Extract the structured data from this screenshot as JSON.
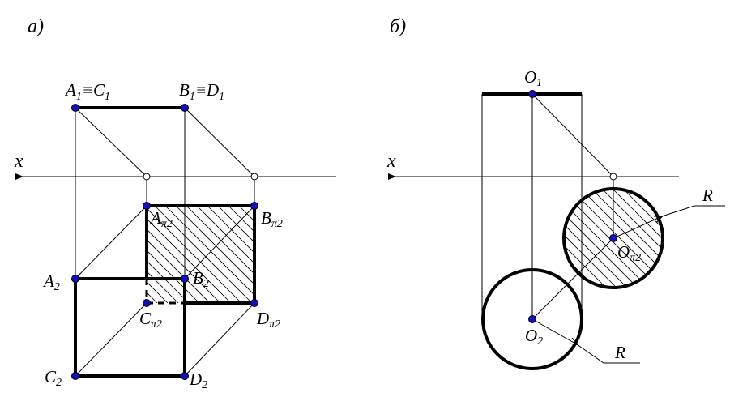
{
  "panels": {
    "a": "а)",
    "b": "б)"
  },
  "axis_label": "x",
  "labels_a": {
    "a1c1": {
      "main1": "A",
      "sub1": "1",
      "sep": "≡",
      "main2": "C",
      "sub2": "1"
    },
    "b1d1": {
      "main1": "B",
      "sub1": "1",
      "sep": "≡",
      "main2": "D",
      "sub2": "1"
    },
    "api2": {
      "main": "A",
      "sub": "π2"
    },
    "bpi2": {
      "main": "B",
      "sub": "π2"
    },
    "a2": {
      "main": "A",
      "sub": "2"
    },
    "b2": {
      "main": "B",
      "sub": "2"
    },
    "cpi2": {
      "main": "C",
      "sub": "π2"
    },
    "dpi2": {
      "main": "D",
      "sub": "π2"
    },
    "c2": {
      "main": "C",
      "sub": "2"
    },
    "d2": {
      "main": "D",
      "sub": "2"
    }
  },
  "labels_b": {
    "o1": {
      "main": "O",
      "sub": "1"
    },
    "opi2": {
      "main": "O",
      "sub": "π2"
    },
    "o2": {
      "main": "O",
      "sub": "2"
    },
    "r_top": "R",
    "r_bottom": "R"
  }
}
